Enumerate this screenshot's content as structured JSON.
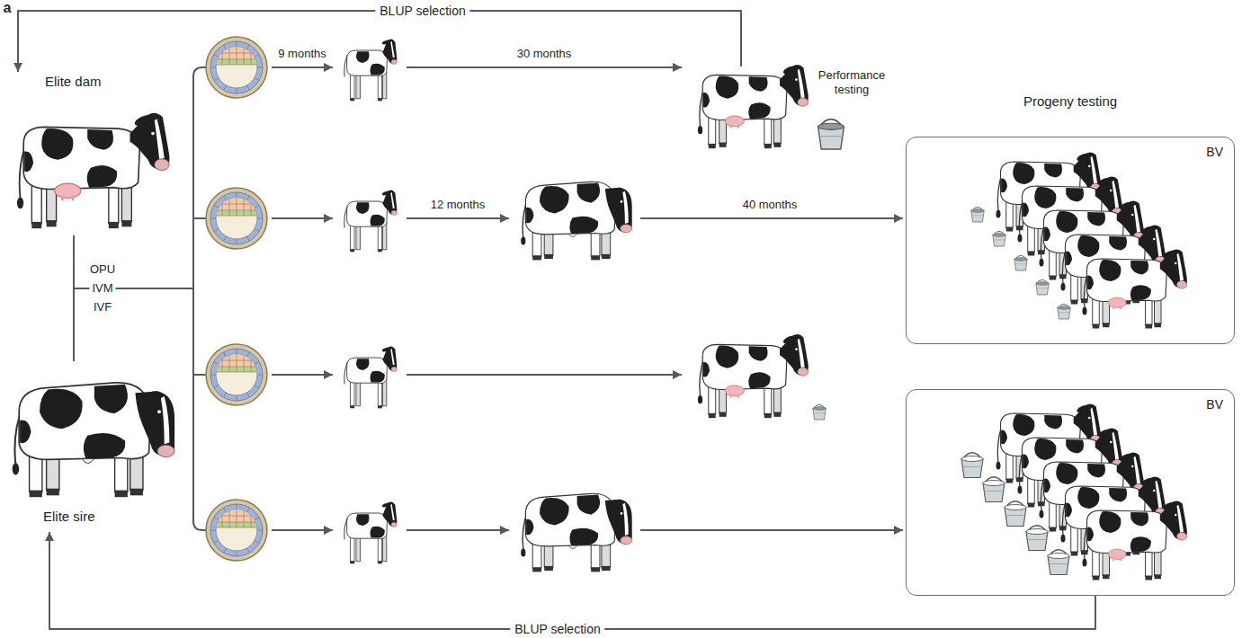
{
  "diagram": {
    "nodes": [
      {
        "text": [
          "Elite dam"
        ]
      },
      {
        "text": [
          "Performance testing"
        ]
      },
      {
        "text": [
          "Progeny testing",
          "BV"
        ]
      },
      {
        "text": [
          "BV"
        ]
      },
      {
        "text": [
          "Elite sire"
        ]
      }
    ],
    "edges": [
      {
        "from": 1,
        "to": 0,
        "label": "BLUP selection",
        "arrow": "to"
      },
      {
        "from": 3,
        "to": 4,
        "label": "BLUP selection",
        "arrow": "to"
      }
    ],
    "labels": [
      "a",
      "OPU",
      "IVM",
      "IVF",
      "9 months",
      "30 months",
      "12 months",
      "40 months"
    ]
  }
}
